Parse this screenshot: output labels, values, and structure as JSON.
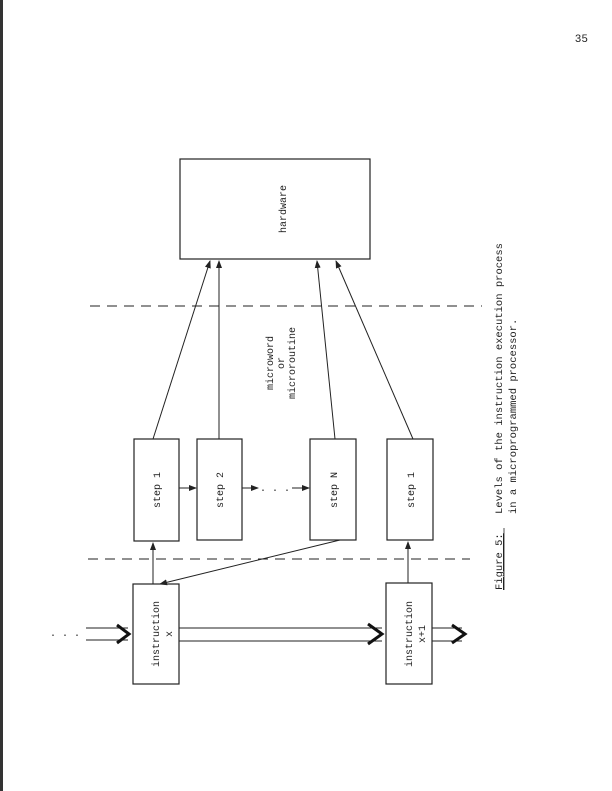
{
  "page_number": "35",
  "diagram": {
    "hardware": "hardware",
    "microword_label": [
      "microword",
      "or",
      "microroutine"
    ],
    "steps": [
      "step 1",
      "step 2",
      "step N",
      "step 1"
    ],
    "instructions": [
      {
        "line1": "instruction",
        "line2": "x"
      },
      {
        "line1": "instruction",
        "line2": "x+1"
      }
    ],
    "ellipsis": ". . ."
  },
  "caption": {
    "label": "Figure 5:",
    "line1": "Levels of the instruction execution process",
    "line2": "in a microprogrammed processor."
  },
  "colors": {
    "ink": "#222222",
    "paper": "#ffffff"
  }
}
